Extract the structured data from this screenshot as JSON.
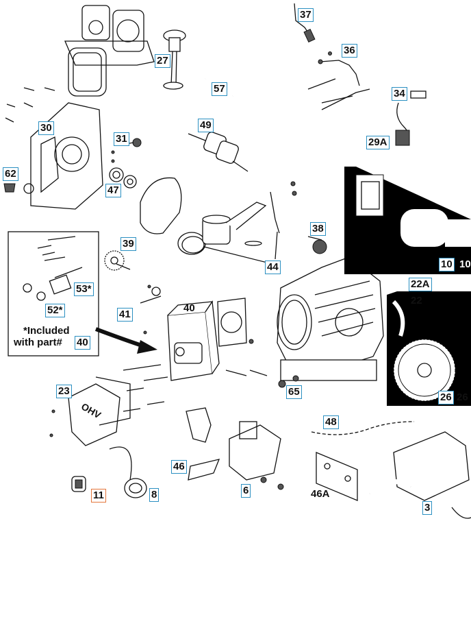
{
  "callouts": [
    {
      "id": "37",
      "label": "37"
    },
    {
      "id": "36",
      "label": "36"
    },
    {
      "id": "27",
      "label": "27"
    },
    {
      "id": "57",
      "label": "57"
    },
    {
      "id": "34",
      "label": "34"
    },
    {
      "id": "30",
      "label": "30"
    },
    {
      "id": "49",
      "label": "49"
    },
    {
      "id": "31",
      "label": "31"
    },
    {
      "id": "29A",
      "label": "29A"
    },
    {
      "id": "62",
      "label": "62"
    },
    {
      "id": "47",
      "label": "47"
    },
    {
      "id": "38",
      "label": "38"
    },
    {
      "id": "39",
      "label": "39"
    },
    {
      "id": "44",
      "label": "44"
    },
    {
      "id": "53",
      "label": "53*"
    },
    {
      "id": "10a",
      "label": "10"
    },
    {
      "id": "22A",
      "label": "22A"
    },
    {
      "id": "52",
      "label": "52*"
    },
    {
      "id": "41",
      "label": "41"
    },
    {
      "id": "40",
      "label": "40"
    },
    {
      "id": "26",
      "label": "26"
    },
    {
      "id": "65",
      "label": "65"
    },
    {
      "id": "23",
      "label": "23"
    },
    {
      "id": "48",
      "label": "48"
    },
    {
      "id": "46",
      "label": "46"
    },
    {
      "id": "11",
      "label": "11"
    },
    {
      "id": "8",
      "label": "8"
    },
    {
      "id": "6",
      "label": "6"
    },
    {
      "id": "3",
      "label": "3"
    }
  ],
  "plain_labels": {
    "p40": "40",
    "p46A": "46A",
    "p22": "22",
    "p10b": "10",
    "p26b": "26"
  },
  "note": {
    "line1": "*Included",
    "line2": "with part#"
  },
  "cover_text": "OHV"
}
